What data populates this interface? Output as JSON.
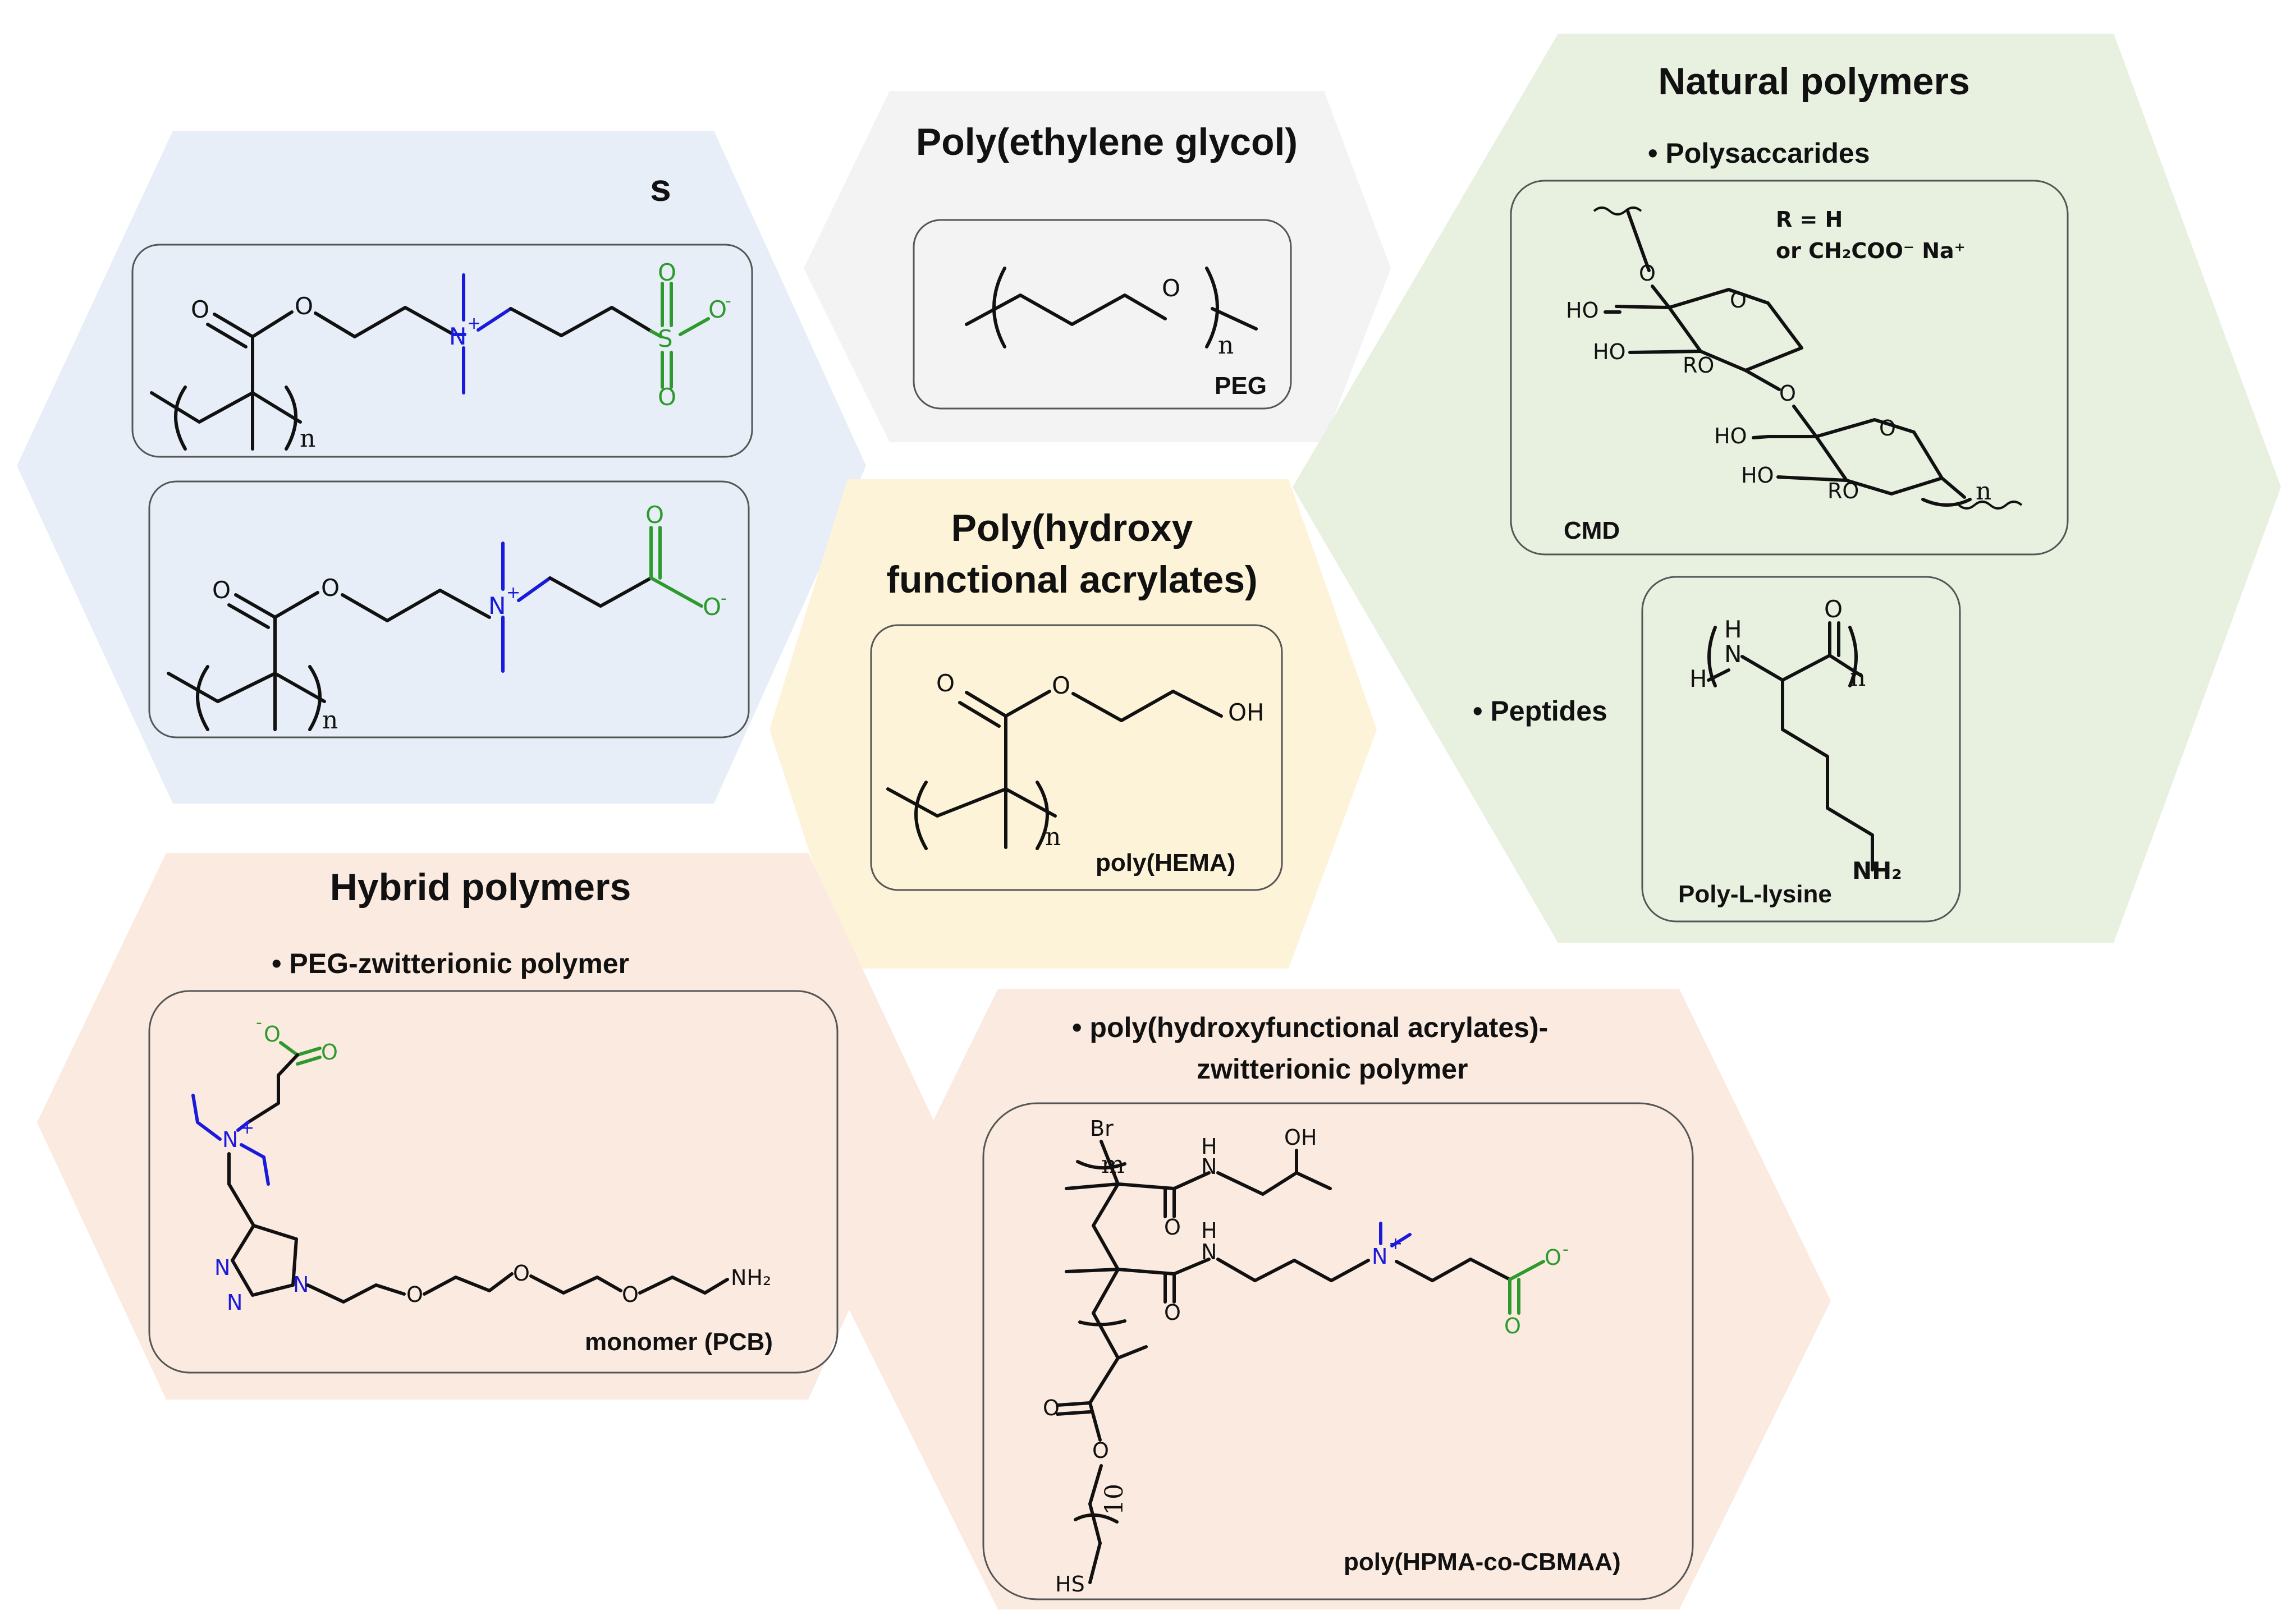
{
  "colors": {
    "zwitterionic_bg": "#e7eef8",
    "peg_bg": "#f3f3f3",
    "hema_bg": "#fdf3d8",
    "natural_bg": "#e8f0e0",
    "hybrid_bg": "#fbeadf",
    "nitrogen": "#1a1adb",
    "anion": "#2e9a2e"
  },
  "zwitterionic": {
    "title": "s",
    "sulfo_charge": "-",
    "carboxy_charge": "-"
  },
  "peg": {
    "title": "Poly(ethylene glycol)",
    "label": "PEG"
  },
  "hema": {
    "title_line1": "Poly(hydroxy",
    "title_line2": "functional acrylates)",
    "label": "poly(HEMA)"
  },
  "natural": {
    "title": "Natural polymers",
    "bullet_polysaccharides": "Polysaccarides",
    "r_def_line1": "R = H",
    "r_def_line2": "or CH₂COO⁻ Na⁺",
    "label_cmd": "CMD",
    "bullet_peptides": "Peptides",
    "label_pll": "Poly-L-lysine"
  },
  "hybrid": {
    "title": "Hybrid polymers",
    "bullet_peg_zw": "PEG-zwitterionic polymer",
    "label_pcb": "monomer (PCB)",
    "bullet_hfa_zw_line1": "poly(hydroxyfunctional acrylates)-",
    "bullet_hfa_zw_line2": "zwitterionic polymer",
    "label_hpma": "poly(HPMA-co-CBMAA)"
  },
  "atoms": {
    "O": "O",
    "N": "N",
    "S": "S",
    "OH": "OH",
    "HO": "HO",
    "RO": "RO",
    "NH2": "NH₂",
    "NH": "NH",
    "H": "H",
    "Br": "Br",
    "HS": "HS",
    "n": "n",
    "m": "m",
    "ten": "10",
    "plus": "+",
    "minus": "-"
  }
}
